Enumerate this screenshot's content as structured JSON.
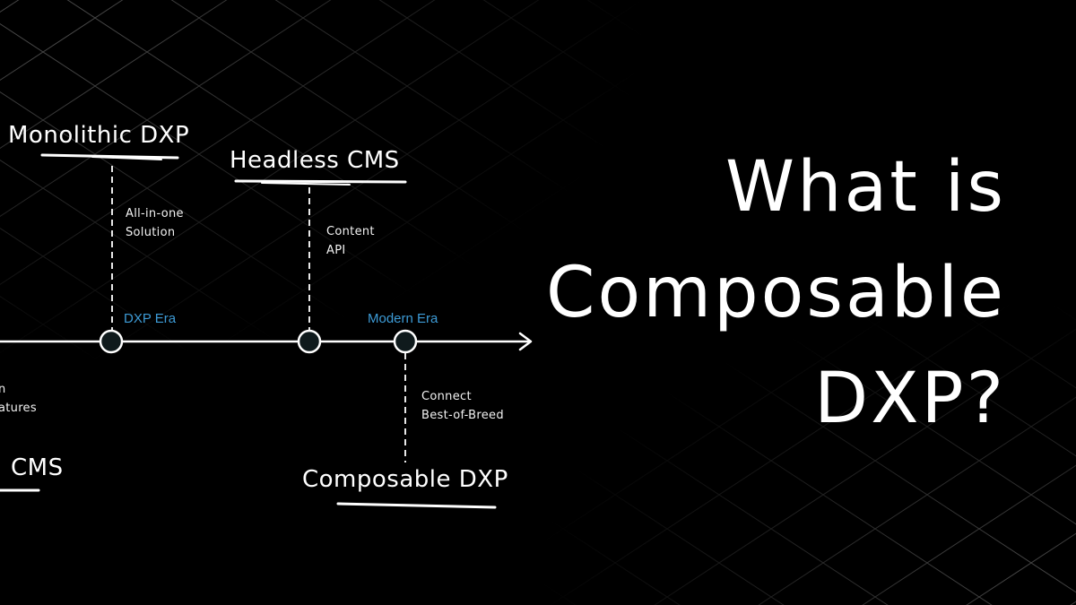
{
  "headline": {
    "lines": [
      "What is",
      "Composable",
      "DXP?"
    ]
  },
  "timeline": {
    "eras": {
      "dxp": "DXP Era",
      "modern": "Modern Era"
    },
    "nodes": [
      {
        "title": "Monolithic DXP",
        "note_line1": "All-in-one",
        "note_line2": "Solution",
        "position": "above"
      },
      {
        "title": "Headless CMS",
        "note_line1": "Content",
        "note_line2": "API",
        "position": "above"
      },
      {
        "title": "Composable DXP",
        "note_line1": "Connect",
        "note_line2": "Best-of-Breed",
        "position": "below"
      }
    ],
    "partial_node": {
      "title_fragment": "CMS",
      "note_line1_fragment": "n",
      "note_line2_fragment": "atures"
    }
  },
  "colors": {
    "background": "#000000",
    "foreground": "#ffffff",
    "era_accent": "#3d9bd6",
    "node_fill": "#0f1a1c",
    "grid_line": "#3a3a3a"
  }
}
